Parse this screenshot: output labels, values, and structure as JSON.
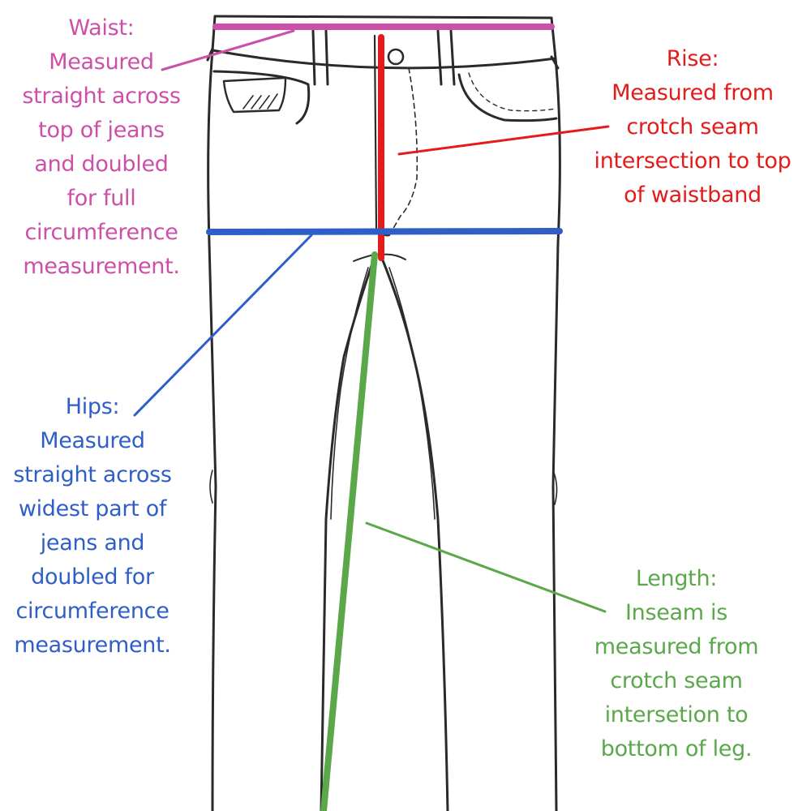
{
  "colors": {
    "outline": "#2a2a2a",
    "waist": "#cc4fa8",
    "rise": "#e31b1b",
    "hips": "#2f5fc6",
    "length": "#5aa84a"
  },
  "labels": {
    "waist": {
      "title": "Waist:",
      "lines": [
        "Measured",
        "straight across",
        "top of jeans",
        "and doubled",
        "for full",
        "circumference",
        "measurement."
      ]
    },
    "rise": {
      "title": "Rise:",
      "lines": [
        "Measured from",
        "crotch seam",
        "intersection to top",
        "of waistband"
      ]
    },
    "hips": {
      "title": "Hips:",
      "lines": [
        "Measured",
        "straight across",
        "widest part of",
        "jeans and",
        "doubled for",
        "circumference",
        "measurement."
      ]
    },
    "length": {
      "title": "Length:",
      "lines": [
        "Inseam is",
        "measured from",
        "crotch seam",
        "intersetion to",
        "bottom of leg."
      ]
    }
  }
}
